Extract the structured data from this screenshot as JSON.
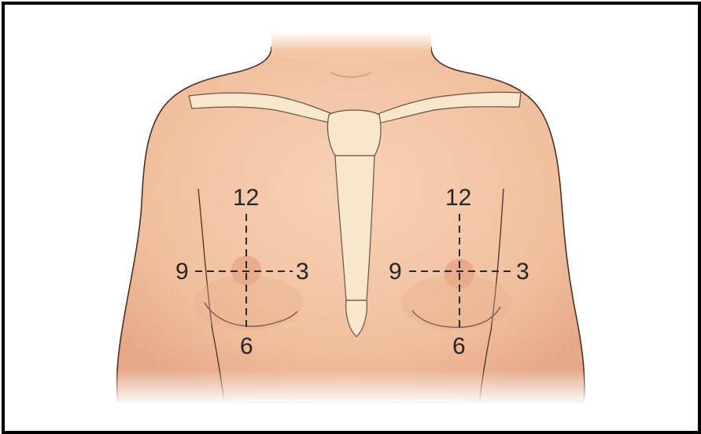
{
  "figure": {
    "left_breast": {
      "top": "12",
      "right": "3",
      "bottom": "6",
      "left": "9"
    },
    "right_breast": {
      "top": "12",
      "right": "3",
      "bottom": "6",
      "left": "9"
    }
  },
  "colors": {
    "skin": "#f3c7a6",
    "skin_shadow": "#e3a987",
    "bone": "#f7e7cc",
    "outline": "#3a2a22"
  }
}
